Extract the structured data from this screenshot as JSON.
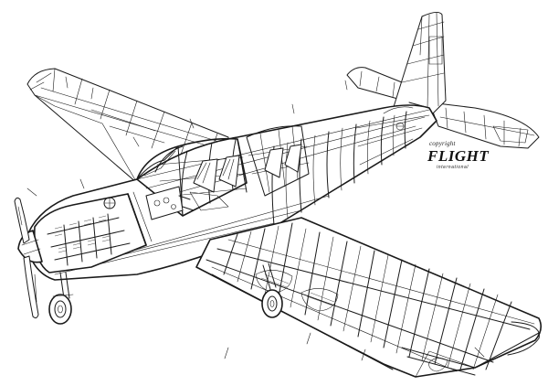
{
  "credit": {
    "copyright": "copyright",
    "logo": "FLIGHT",
    "subtitle": "international"
  },
  "colors": {
    "ink": "#1a1a1a",
    "paper": "#ffffff"
  }
}
